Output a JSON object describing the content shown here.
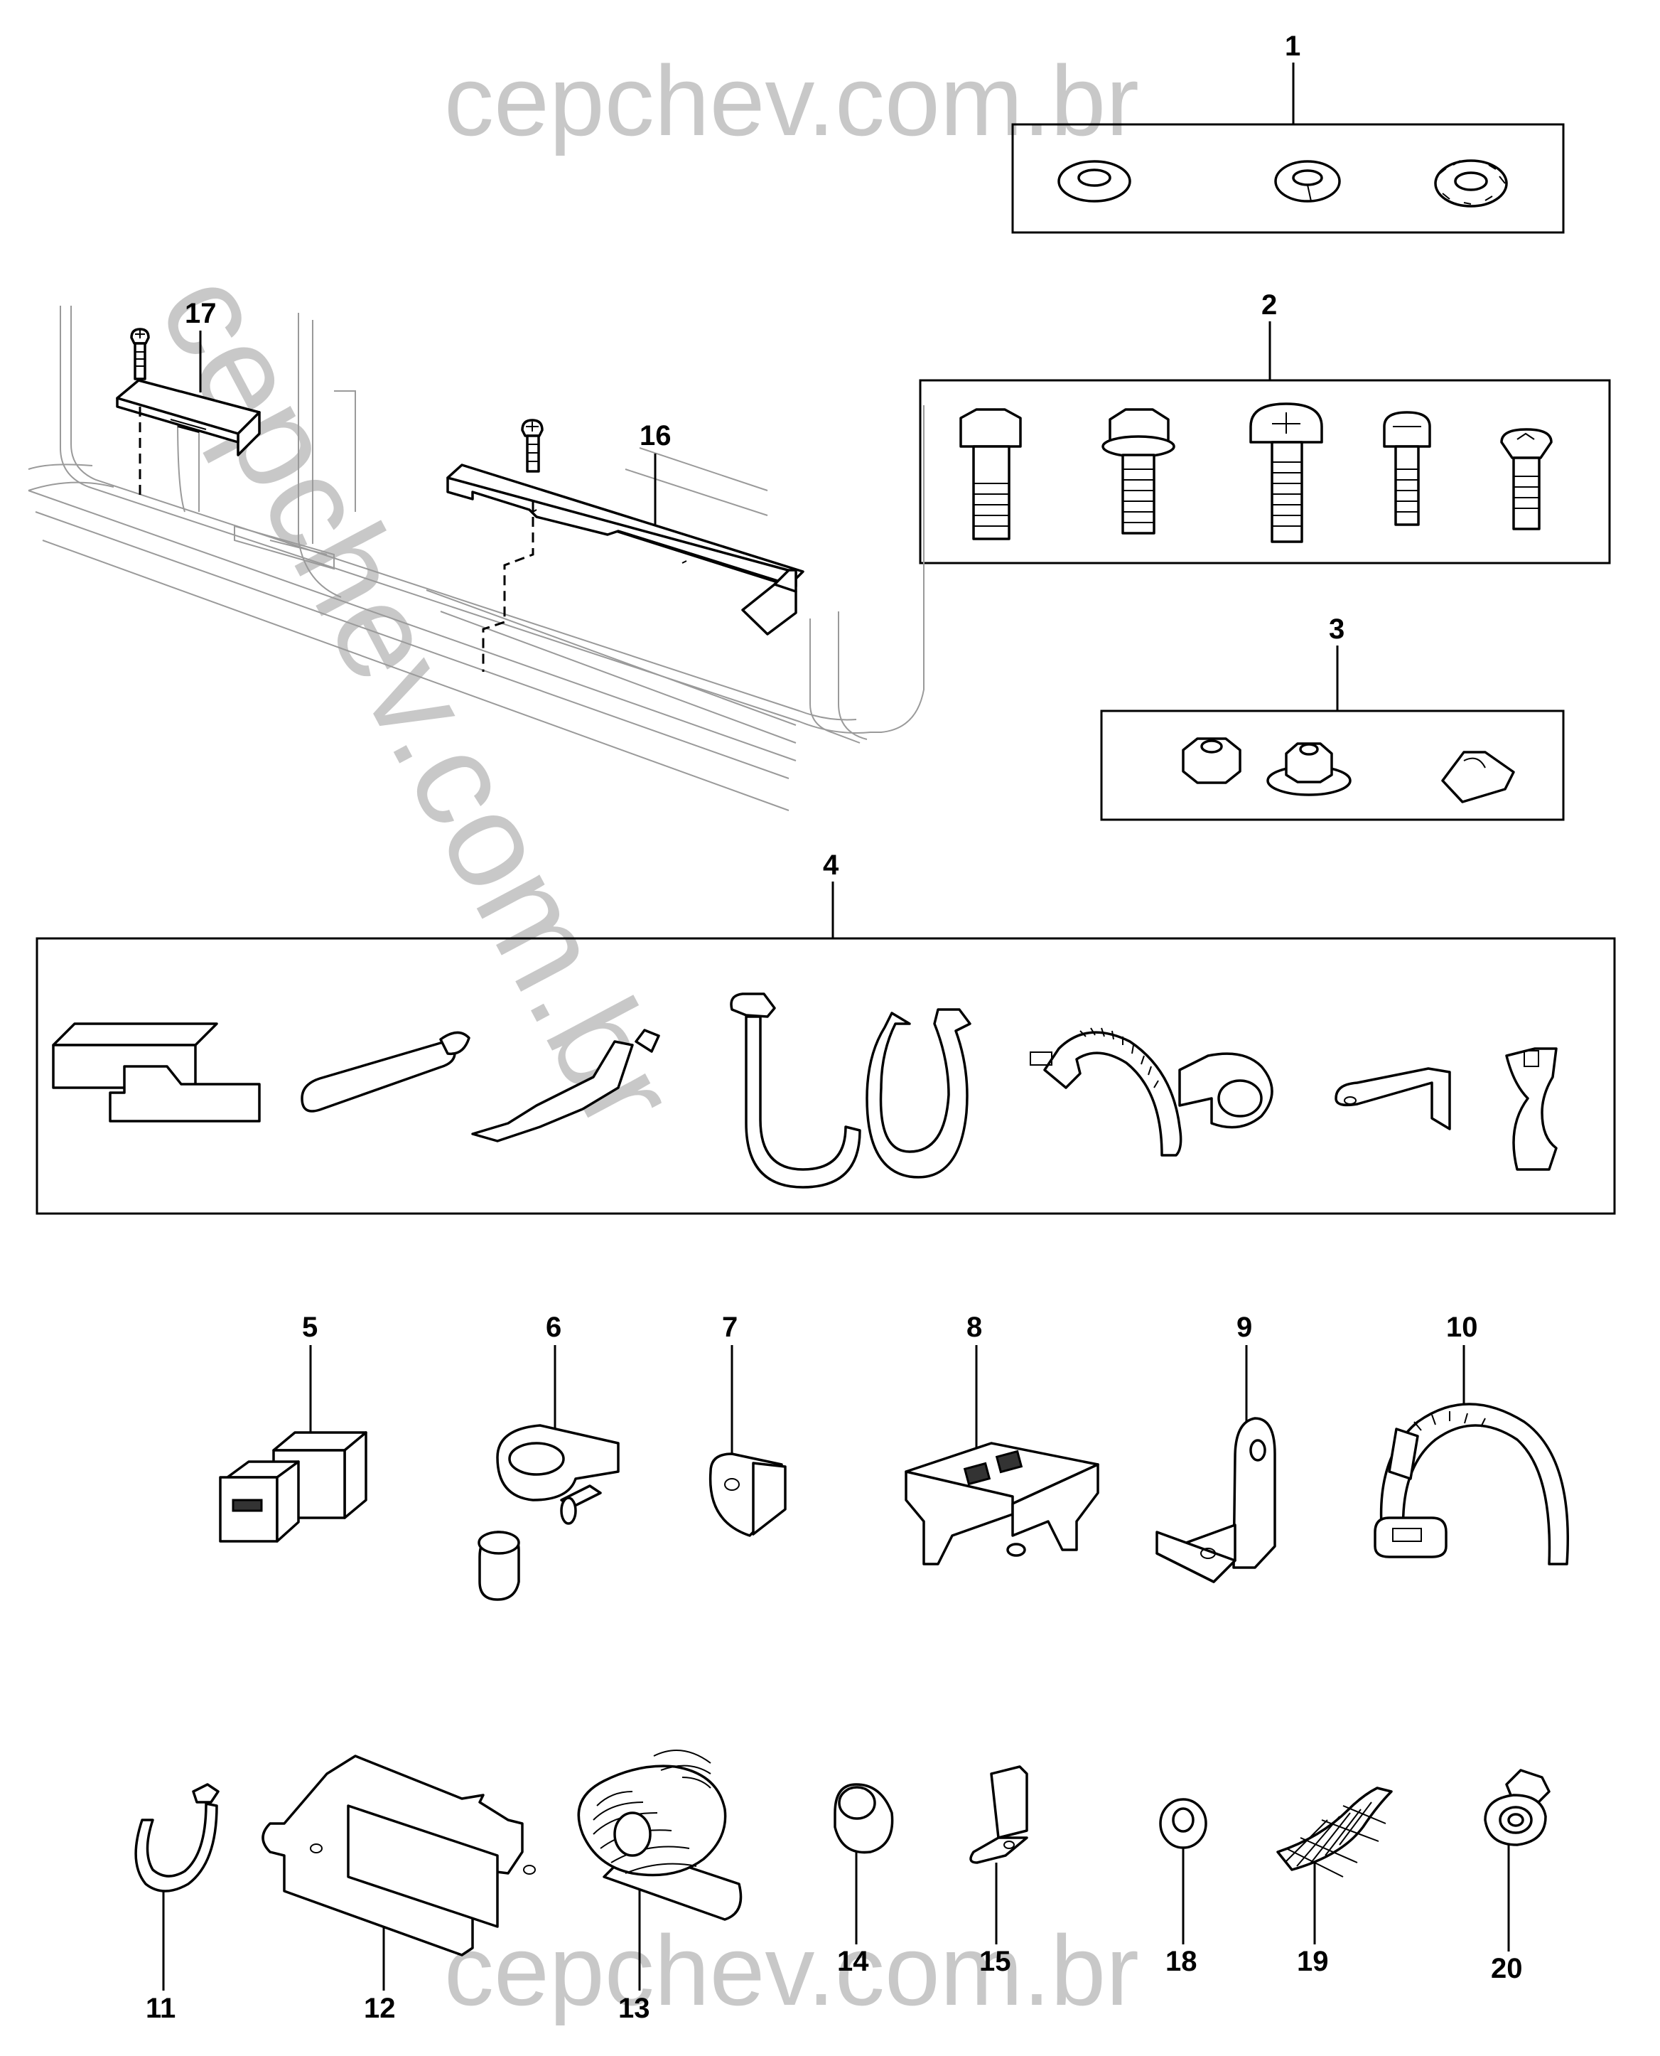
{
  "watermark": {
    "top": "cepchev.com.br",
    "diagonal": "cepchev.com.br",
    "bottom": "cepchev.com.br"
  },
  "callouts": {
    "c1": "1",
    "c2": "2",
    "c3": "3",
    "c4": "4",
    "c5": "5",
    "c6": "6",
    "c7": "7",
    "c8": "8",
    "c9": "9",
    "c10": "10",
    "c11": "11",
    "c12": "12",
    "c13": "13",
    "c14": "14",
    "c15": "15",
    "c16": "16",
    "c17": "17",
    "c18": "18",
    "c19": "19",
    "c20": "20"
  }
}
